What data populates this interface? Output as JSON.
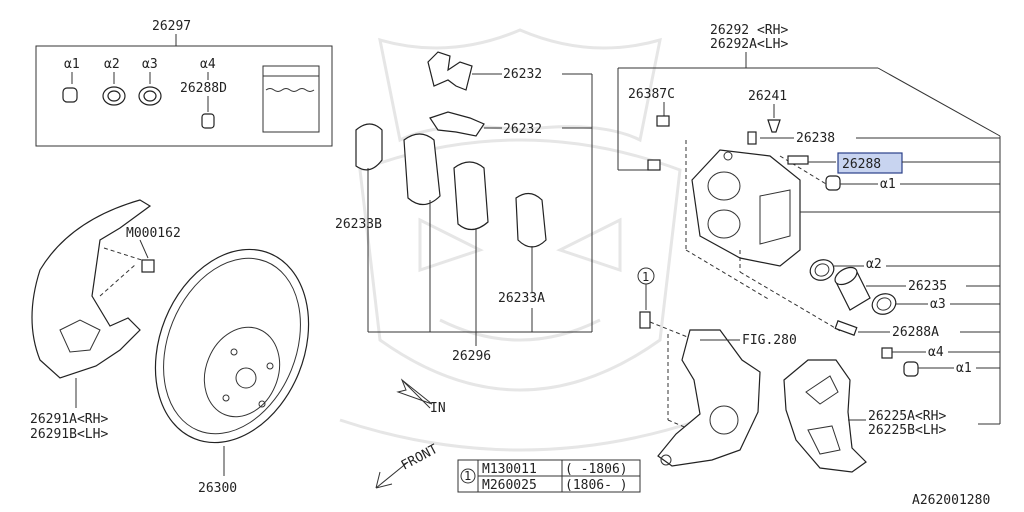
{
  "diagram": {
    "labels": {
      "kit": "26297",
      "a1_kit": "α1",
      "a2_kit": "α2",
      "a3_kit": "α3",
      "a4_kit": "α4",
      "pin_kit": "26288D",
      "shim_top": "26232",
      "shim_mid": "26232",
      "pad_left": "26233B",
      "pad_right": "26233A",
      "pad_set": "26296",
      "bolt_shield": "M000162",
      "shield_rh": "26291A<RH>",
      "shield_lh": "26291B<LH>",
      "rotor": "26300",
      "caliper_rh": "26292 <RH>",
      "caliper_lh": "26292A<LH>",
      "bolt_c": "26387C",
      "bleeder": "26241",
      "cap": "26238",
      "pin_hl": "26288",
      "a1_r": "α1",
      "a2_r": "α2",
      "piston": "26235",
      "a3_r": "α3",
      "pin_a": "26288A",
      "a4_r": "α4",
      "a1_r2": "α1",
      "fig": "FIG.280",
      "support_rh": "26225A<RH>",
      "support_lh": "26225B<LH>",
      "in": "IN",
      "front": "FRONT",
      "ref_num": "1",
      "ref_num2": "1",
      "fig_code": "A262001280"
    },
    "ref_table": [
      {
        "part": "M130011",
        "range": "( -1806)"
      },
      {
        "part": "M260025",
        "range": "(1806- )"
      }
    ],
    "highlight_color": "#c8d4f0"
  }
}
